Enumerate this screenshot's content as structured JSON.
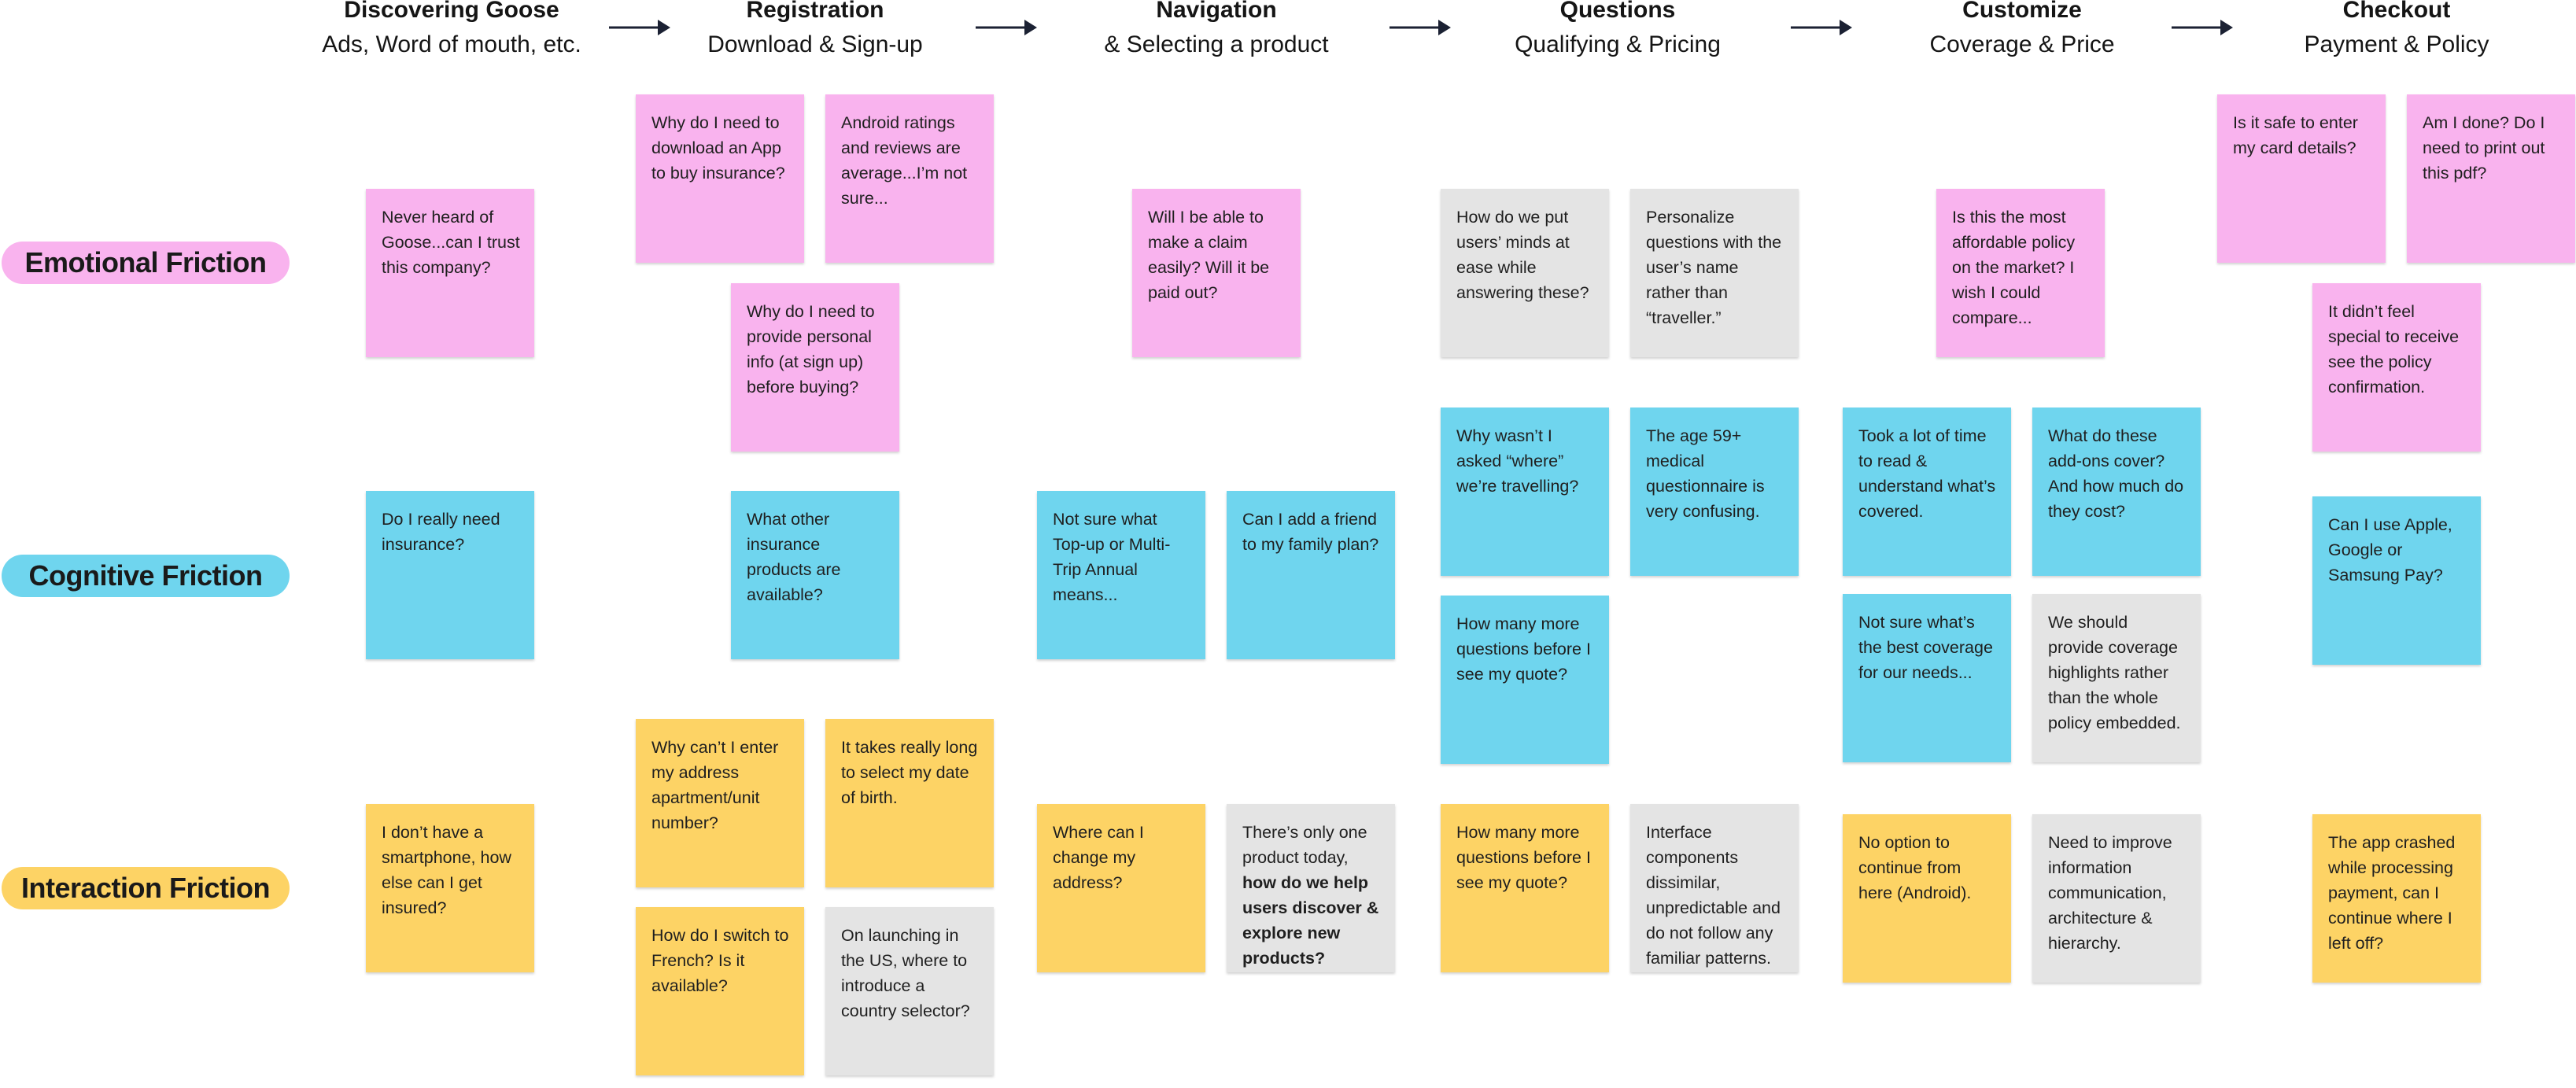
{
  "stages": [
    {
      "title": "Discovering Goose",
      "subtitle": "Ads, Word of mouth, etc."
    },
    {
      "title": "Registration",
      "subtitle": "Download & Sign-up"
    },
    {
      "title": "Navigation",
      "subtitle": "& Selecting a product"
    },
    {
      "title": "Questions",
      "subtitle": "Qualifying & Pricing"
    },
    {
      "title": "Customize",
      "subtitle": "Coverage & Price"
    },
    {
      "title": "Checkout",
      "subtitle": "Payment & Policy"
    }
  ],
  "rows": [
    {
      "label": "Emotional Friction",
      "color": "#f9b3ee"
    },
    {
      "label": "Cognitive Friction",
      "color": "#6fd5ee"
    },
    {
      "label": "Interaction Friction",
      "color": "#fdd365"
    }
  ],
  "colors": {
    "pink": "#f9b3ee",
    "blue": "#6fd5ee",
    "yellow": "#fdd365",
    "gray": "#e4e4e4",
    "arrow": "#1b2133"
  },
  "notes": {
    "e1": {
      "text": "Never heard of Goose...can I trust this company?"
    },
    "e2": {
      "text": "Why do I need to download an App to buy insurance?"
    },
    "e3": {
      "text": "Android ratings and reviews are average...I’m not sure..."
    },
    "e4": {
      "text": "Why do I need to provide personal info (at sign up) before buying?"
    },
    "e5": {
      "text": "Will I be able to make a claim easily? Will it be paid out?"
    },
    "e6": {
      "text": "How do we put users’ minds at ease while answering these?"
    },
    "e7": {
      "text": "Personalize questions with the user’s name rather than “traveller.”"
    },
    "e8": {
      "text": "Is this the most affordable policy on the market? I wish I could compare..."
    },
    "e9": {
      "text": "Is it safe to enter my card details?"
    },
    "e10": {
      "text": "Am I done? Do I need to print out this pdf?"
    },
    "e11": {
      "text": "It didn’t feel special to receive see the policy confirmation."
    },
    "c1": {
      "text": "Do I really need insurance?"
    },
    "c2": {
      "text": "What other insurance products are available?"
    },
    "c3": {
      "text": "Not sure what Top-up or Multi-Trip Annual means..."
    },
    "c4": {
      "text": "Can I add a friend to my family plan?"
    },
    "c5": {
      "text": "Why wasn’t I asked “where” we’re travelling?"
    },
    "c6": {
      "text": "The age 59+ medical questionnaire is very confusing."
    },
    "c7": {
      "text": "How many more questions before I see my quote?"
    },
    "c8": {
      "text": "Took a lot of time to read & understand what’s covered."
    },
    "c9": {
      "text": "What do these add-ons cover? And how much do they cost?"
    },
    "c10": {
      "text": "Not sure what’s the best coverage for our needs..."
    },
    "c11": {
      "text": "We should provide coverage highlights rather than the whole policy embedded."
    },
    "c12": {
      "text": "Can I use Apple, Google or Samsung Pay?"
    },
    "i1": {
      "text": "I don’t have a smartphone, how else can I get insured?"
    },
    "i2": {
      "text": "Why can’t I enter my address apartment/unit number?"
    },
    "i3": {
      "text": "It takes really long to select my date of birth."
    },
    "i4": {
      "text": "How do I switch to French? Is it available?"
    },
    "i5": {
      "text": "On launching in the US, where to introduce a country selector?"
    },
    "i6": {
      "text": "Where can I change my address?"
    },
    "i7": {
      "text_pre": "There’s only one product today, ",
      "text_bold": "how do we help users discover & explore new products?"
    },
    "i8": {
      "text": "How many more questions before I see my quote?"
    },
    "i9": {
      "text": "Interface components dissimilar, unpredictable and do not follow any familiar patterns."
    },
    "i10": {
      "text": "No option to continue from here (Android)."
    },
    "i11": {
      "text": "Need to improve information communication, architecture & hierarchy."
    },
    "i12": {
      "text": "The app crashed while processing payment, can I continue where I left off?"
    }
  }
}
